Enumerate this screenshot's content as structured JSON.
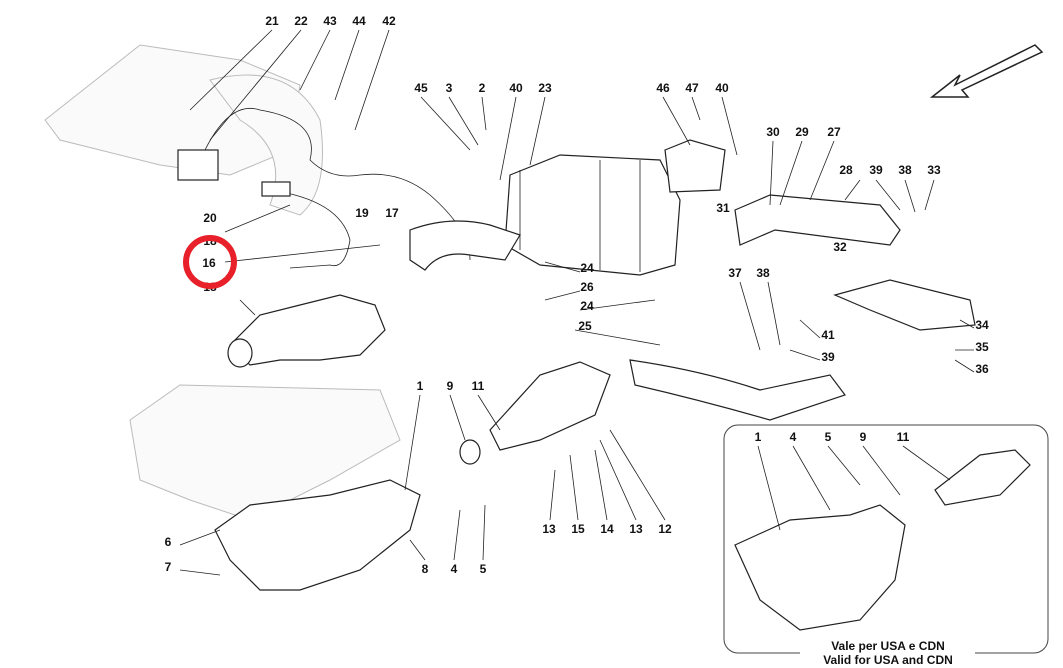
{
  "diagram": {
    "highlight_color": "#e8202a",
    "highlighted_callout": "16",
    "callouts": [
      "21",
      "22",
      "43",
      "44",
      "42",
      "45",
      "3",
      "2",
      "40",
      "23",
      "46",
      "47",
      "40",
      "30",
      "29",
      "27",
      "28",
      "39",
      "38",
      "33",
      "20",
      "19",
      "17",
      "31",
      "32",
      "18",
      "16",
      "18",
      "24",
      "26",
      "24",
      "25",
      "37",
      "38",
      "41",
      "39",
      "34",
      "35",
      "36",
      "1",
      "9",
      "11",
      "6",
      "7",
      "13",
      "15",
      "14",
      "13",
      "12",
      "8",
      "4",
      "5"
    ],
    "inset": {
      "callouts": [
        "1",
        "4",
        "5",
        "9",
        "11"
      ],
      "caption_it": "Vale per USA e CDN",
      "caption_en": "Valid for USA and CDN"
    },
    "direction_arrow_icon": "arrow-down-left-icon"
  }
}
